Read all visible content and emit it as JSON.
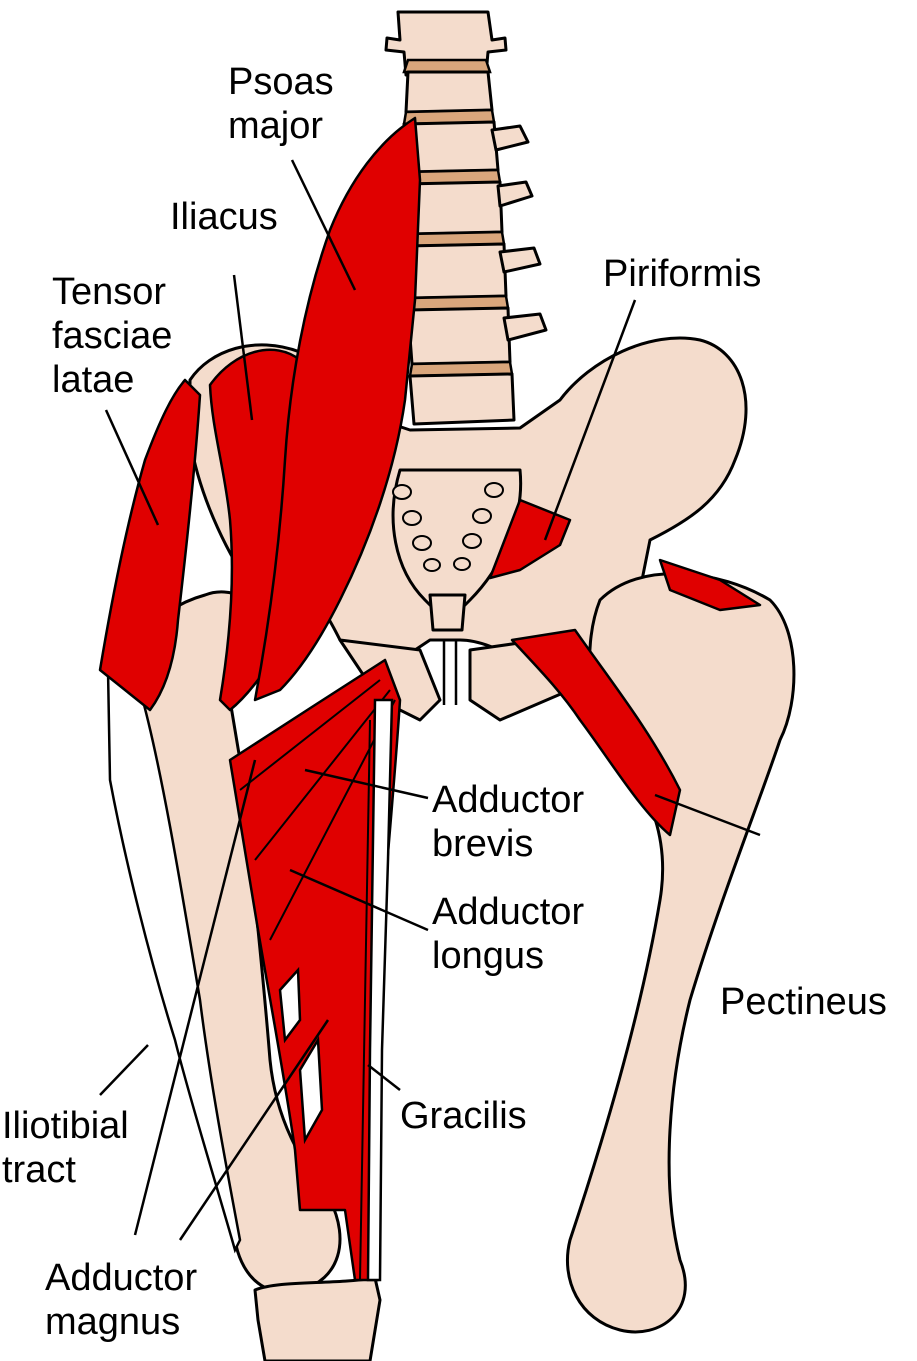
{
  "colors": {
    "bone": "#f4dccc",
    "muscle": "#e00000",
    "disc": "#d9a67c",
    "tract": "#ffffff",
    "outline": "#000000"
  },
  "labels": {
    "psoas_major": [
      "Psoas",
      "major"
    ],
    "iliacus": [
      "Iliacus"
    ],
    "tensor_fasciae_latae": [
      "Tensor",
      "fasciae",
      "latae"
    ],
    "piriformis": [
      "Piriformis"
    ],
    "adductor_brevis": [
      "Adductor",
      "brevis"
    ],
    "adductor_longus": [
      "Adductor",
      "longus"
    ],
    "pectineus": [
      "Pectineus"
    ],
    "gracilis": [
      "Gracilis"
    ],
    "iliotibial_tract": [
      "Iliotibial",
      "tract"
    ],
    "adductor_magnus": [
      "Adductor",
      "magnus"
    ]
  }
}
